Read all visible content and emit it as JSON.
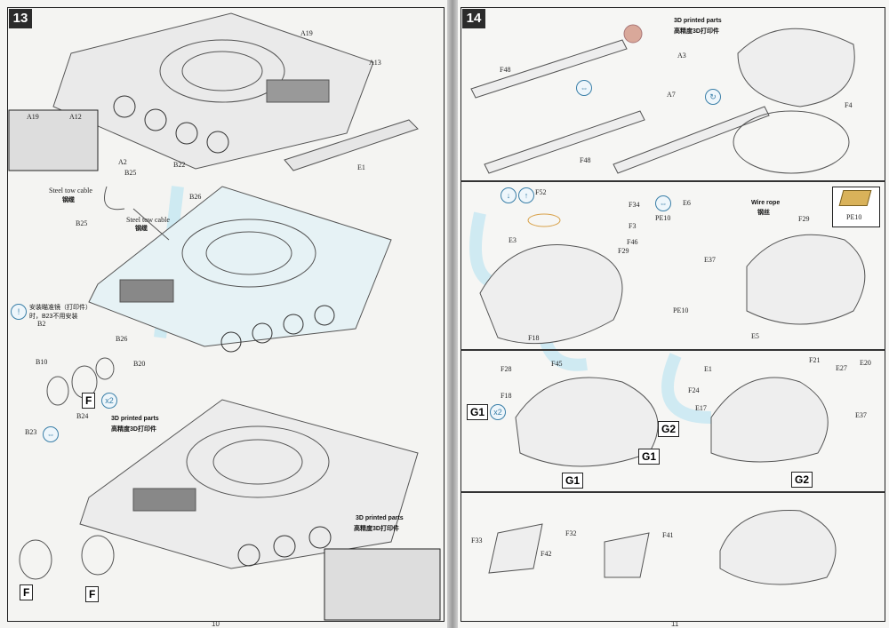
{
  "left_page": {
    "step": "13",
    "page_number": "10",
    "labels": [
      "A19",
      "A13",
      "A19",
      "A12",
      "B22",
      "E1",
      "A2",
      "B25",
      "B26",
      "B25",
      "B2",
      "B10",
      "B20",
      "B24",
      "B23",
      "B26"
    ],
    "tow_cable_1": {
      "en": "Steel tow cable",
      "zh": "钢缆"
    },
    "tow_cable_2": {
      "en": "Steel tow cable",
      "zh": "钢缆"
    },
    "note": {
      "line1": "安装瞄准镜（打印件）",
      "line2": "时，B23不用安装"
    },
    "printed_parts_1": {
      "en": "3D printed parts",
      "zh": "高精度3D打印件"
    },
    "printed_parts_2": {
      "en": "3D printed parts",
      "zh": "高精度3D打印件"
    },
    "subassembly_f": "F",
    "multiplier": "x2",
    "f_markers": [
      "F",
      "F"
    ]
  },
  "right_page": {
    "step": "14",
    "page_number": "11",
    "printed_parts": {
      "en": "3D printed parts",
      "zh": "高精度3D打印件"
    },
    "section1_labels": [
      "F48",
      "A3",
      "A7",
      "F4",
      "F48"
    ],
    "section2_labels": [
      "F52",
      "F34",
      "F3",
      "F46",
      "F29",
      "E3",
      "F18",
      "E6",
      "PE10",
      "E37",
      "PE10",
      "F29",
      "E5"
    ],
    "wire_rope": {
      "en": "Wire rope",
      "zh": "钢丝"
    },
    "pe_part": "PE10",
    "section3_labels": [
      "F28",
      "F18",
      "F45",
      "E1",
      "F24",
      "E17",
      "F21",
      "E27",
      "E20",
      "E37"
    ],
    "g1": "G1",
    "g2": "G2",
    "multiplier": "x2",
    "section4_labels": [
      "F33",
      "F32",
      "F42",
      "F41"
    ]
  },
  "colors": {
    "frame": "#222222",
    "accent_icon": "#3a7fa8",
    "printed_part": "#d9b25a",
    "watermark": "#bfe6f2"
  }
}
